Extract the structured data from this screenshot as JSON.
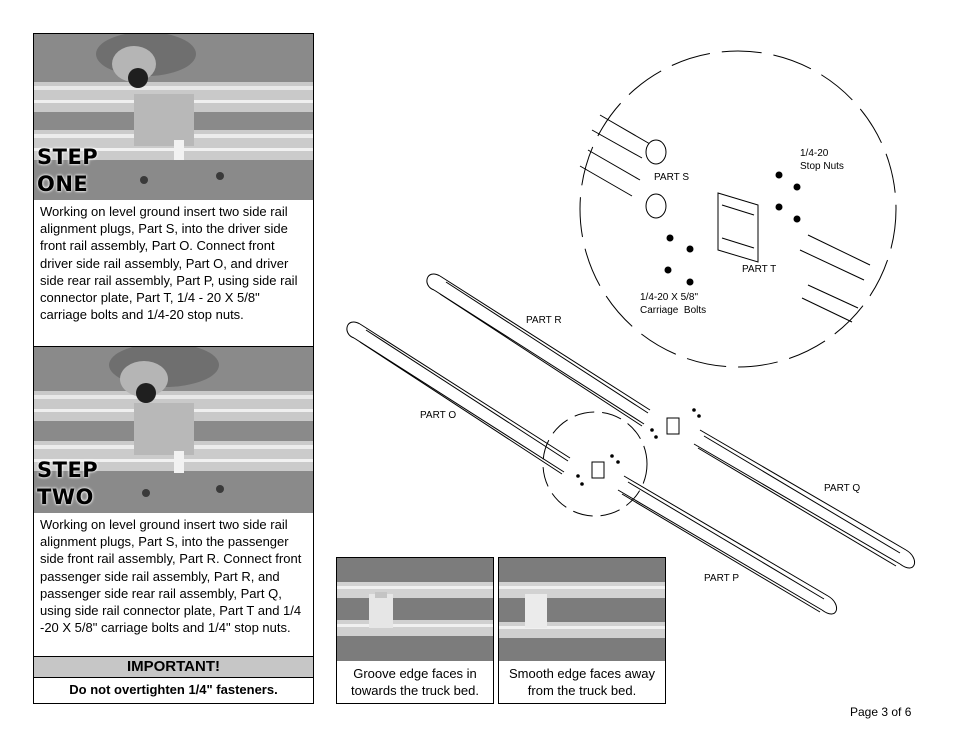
{
  "step_one": {
    "title_line1": "STEP",
    "title_line2": "ONE",
    "text": "Working on level ground insert two side rail alignment plugs, Part S, into the driver side front rail assembly, Part O. Connect front driver side rail assembly, Part O, and driver side rear rail assembly, Part P, using side rail connector plate, Part T, 1/4 - 20 X 5/8\" carriage bolts and 1/4-20 stop nuts."
  },
  "step_two": {
    "title_line1": "STEP",
    "title_line2": "TWO",
    "text": "Working on level ground insert two side rail alignment plugs, Part S, into the passenger side front rail assembly, Part R. Connect front passenger side rail assembly, Part R, and passenger side rear rail assembly, Part Q, using side rail connector plate, Part T and 1/4 -20 X 5/8\" carriage bolts and 1/4\" stop nuts."
  },
  "important": {
    "heading": "IMPORTANT!",
    "text": "Do not overtighten 1/4\" fasteners."
  },
  "diagram": {
    "part_s": "PART S",
    "part_t": "PART T",
    "stop_nuts_line1": "1/4-20",
    "stop_nuts_line2": "Stop Nuts",
    "bolts_line1": "1/4-20 X 5/8\"",
    "bolts_line2": "Carriage  Bolts",
    "part_r": "PART R",
    "part_o": "PART O",
    "part_q": "PART Q",
    "part_p": "PART P"
  },
  "captions": {
    "groove": "Groove edge faces in towards the truck bed.",
    "smooth": "Smooth edge faces away from the truck bed."
  },
  "footer": {
    "page": "Page 3 of 6"
  }
}
